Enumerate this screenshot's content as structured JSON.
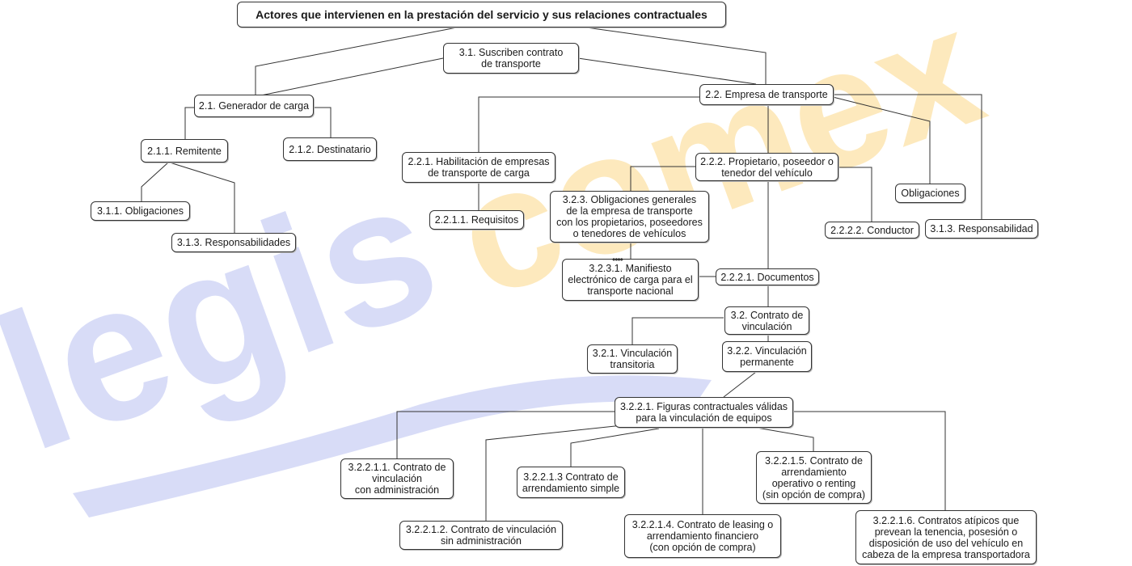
{
  "watermark": {
    "text_left": "legis",
    "text_right": "comex",
    "color_left": "#d8dcf7",
    "color_right": "#fde9bd"
  },
  "colors": {
    "line": "#333333",
    "box_border": "#333333",
    "box_bg": "#ffffff"
  },
  "diagram": {
    "title": "Actores que intervienen en la prestación del servicio y sus relaciones contractuales",
    "nodes": {
      "n31": "3.1. Suscriben contrato\nde transporte",
      "n21": "2.1. Generador de carga",
      "n22": "2.2. Empresa de transporte",
      "n211": "2.1.1. Remitente",
      "n212": "2.1.2. Destinatario",
      "n311": "3.1.1. Obligaciones",
      "n313a": "3.1.3. Responsabilidades",
      "n221": "2.2.1. Habilitación de empresas\nde transporte de carga",
      "n2211": "2.2.1.1. Requisitos",
      "n222": "2.2.2. Propietario, poseedor o\ntenedor del vehículo",
      "n223": "3.2.3. Obligaciones generales\nde la empresa de transporte\ncon los propietarios, poseedores\no tenedores de vehículos",
      "nOblig": "Obligaciones",
      "n2222": "2.2.2.2. Conductor",
      "n313b": "3.1.3. Responsabilidad",
      "n3231": "3.2.3.1. Manifiesto\nelectrónico de carga para el\ntransporte nacional",
      "n2221": "2.2.2.1. Documentos",
      "n32": "3.2. Contrato de\nvinculación",
      "n321": "3.2.1. Vinculación\ntransitoria",
      "n322": "3.2.2. Vinculación\npermanente",
      "n3221": "3.2.2.1. Figuras contractuales válidas\npara la vinculación de equipos",
      "n32211": "3.2.2.1.1. Contrato de\nvinculación\ncon administración",
      "n32212": "3.2.2.1.2. Contrato de vinculación\nsin administración",
      "n32213": "3.2.2.1.3 Contrato de\narrendamiento simple",
      "n32214": "3.2.2.1.4. Contrato de leasing o\narrendamiento financiero\n(con opción de compra)",
      "n32215": "3.2.2.1.5. Contrato de\narrendamiento\noperativo o renting\n(sin opción de compra)",
      "n32216": "3.2.2.1.6. Contratos atípicos que\nprevean la tenencia, posesión o\ndisposición de uso del vehículo en\ncabeza de la empresa transportadora"
    }
  }
}
